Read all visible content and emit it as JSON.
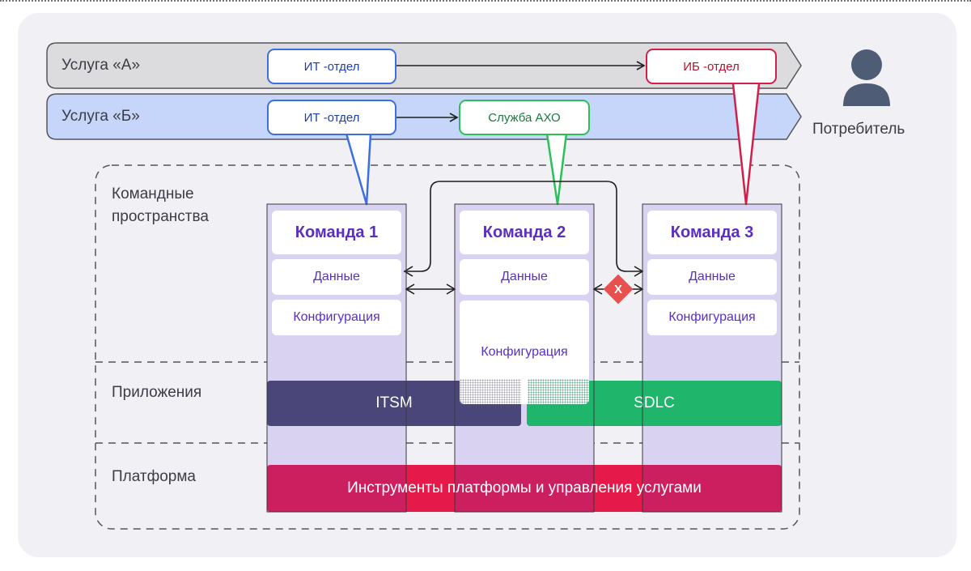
{
  "services": {
    "a_label": "Услуга «А»",
    "b_label": "Услуга «Б»"
  },
  "departments": {
    "it_a": "ИТ -отдел",
    "ib_a": "ИБ -отдел",
    "it_b": "ИТ -отдел",
    "axo_b": "Служба АХО"
  },
  "consumer": {
    "label": "Потребитель",
    "icon": "user-icon"
  },
  "sections": {
    "team_spaces": "Командные пространства",
    "applications": "Приложения",
    "platform": "Платформа"
  },
  "teams": [
    {
      "title": "Команда 1",
      "data": "Данные",
      "config": "Конфигурация"
    },
    {
      "title": "Команда 2",
      "data": "Данные",
      "config": "Конфигурация"
    },
    {
      "title": "Команда 3",
      "data": "Данные",
      "config": "Конфигурация"
    }
  ],
  "apps": {
    "itsm": "ITSM",
    "sdlc": "SDLC"
  },
  "platform_bar": "Инструменты платформы и управления услугами",
  "blocked_mark": "X",
  "colors": {
    "service_a": "#dcdcdf",
    "service_b": "#c6d6fa",
    "it_border": "#3d6fe0",
    "ib_border": "#d21f4a",
    "axo_border": "#2bbf5a",
    "team_column": "#d9d3f1",
    "itsm": "#4b4679",
    "sdlc": "#1fb56b",
    "platform": "#cc1f5f",
    "platform_overlap": "#e61a4a",
    "blocked": "#e8504e",
    "text_purple": "#5a2fc0"
  }
}
